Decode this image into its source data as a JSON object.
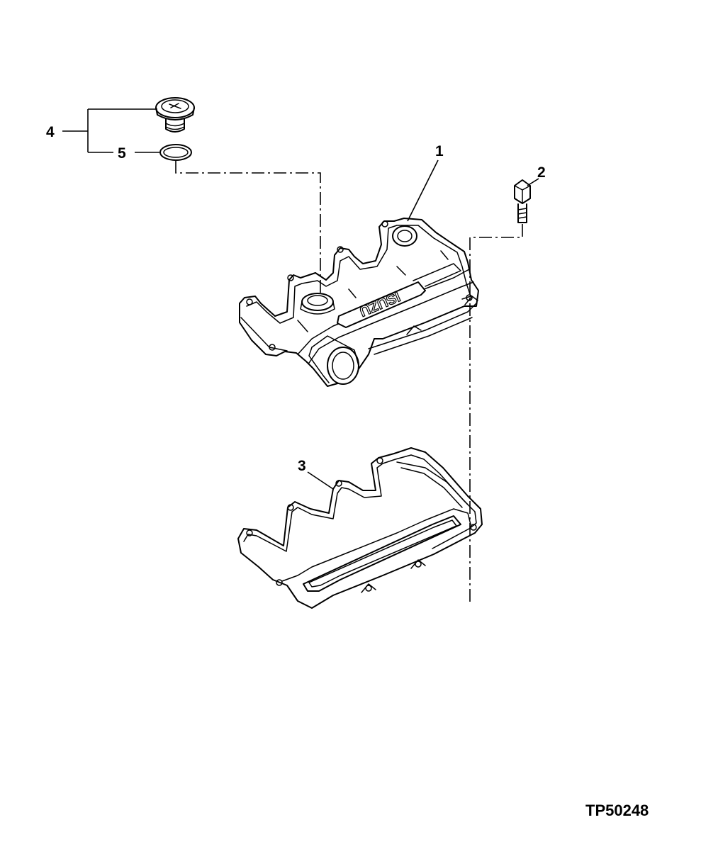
{
  "figure": {
    "id": "TP50248"
  },
  "callouts": [
    {
      "number": "1",
      "part": "rocker-cover"
    },
    {
      "number": "2",
      "part": "bolt"
    },
    {
      "number": "3",
      "part": "cover-gasket"
    },
    {
      "number": "4",
      "part": "oil-filler-cap"
    },
    {
      "number": "5",
      "part": "o-ring"
    }
  ],
  "cover_emblem": "ISUZU",
  "colors": {
    "ink": "#000000",
    "paper": "#ffffff"
  }
}
